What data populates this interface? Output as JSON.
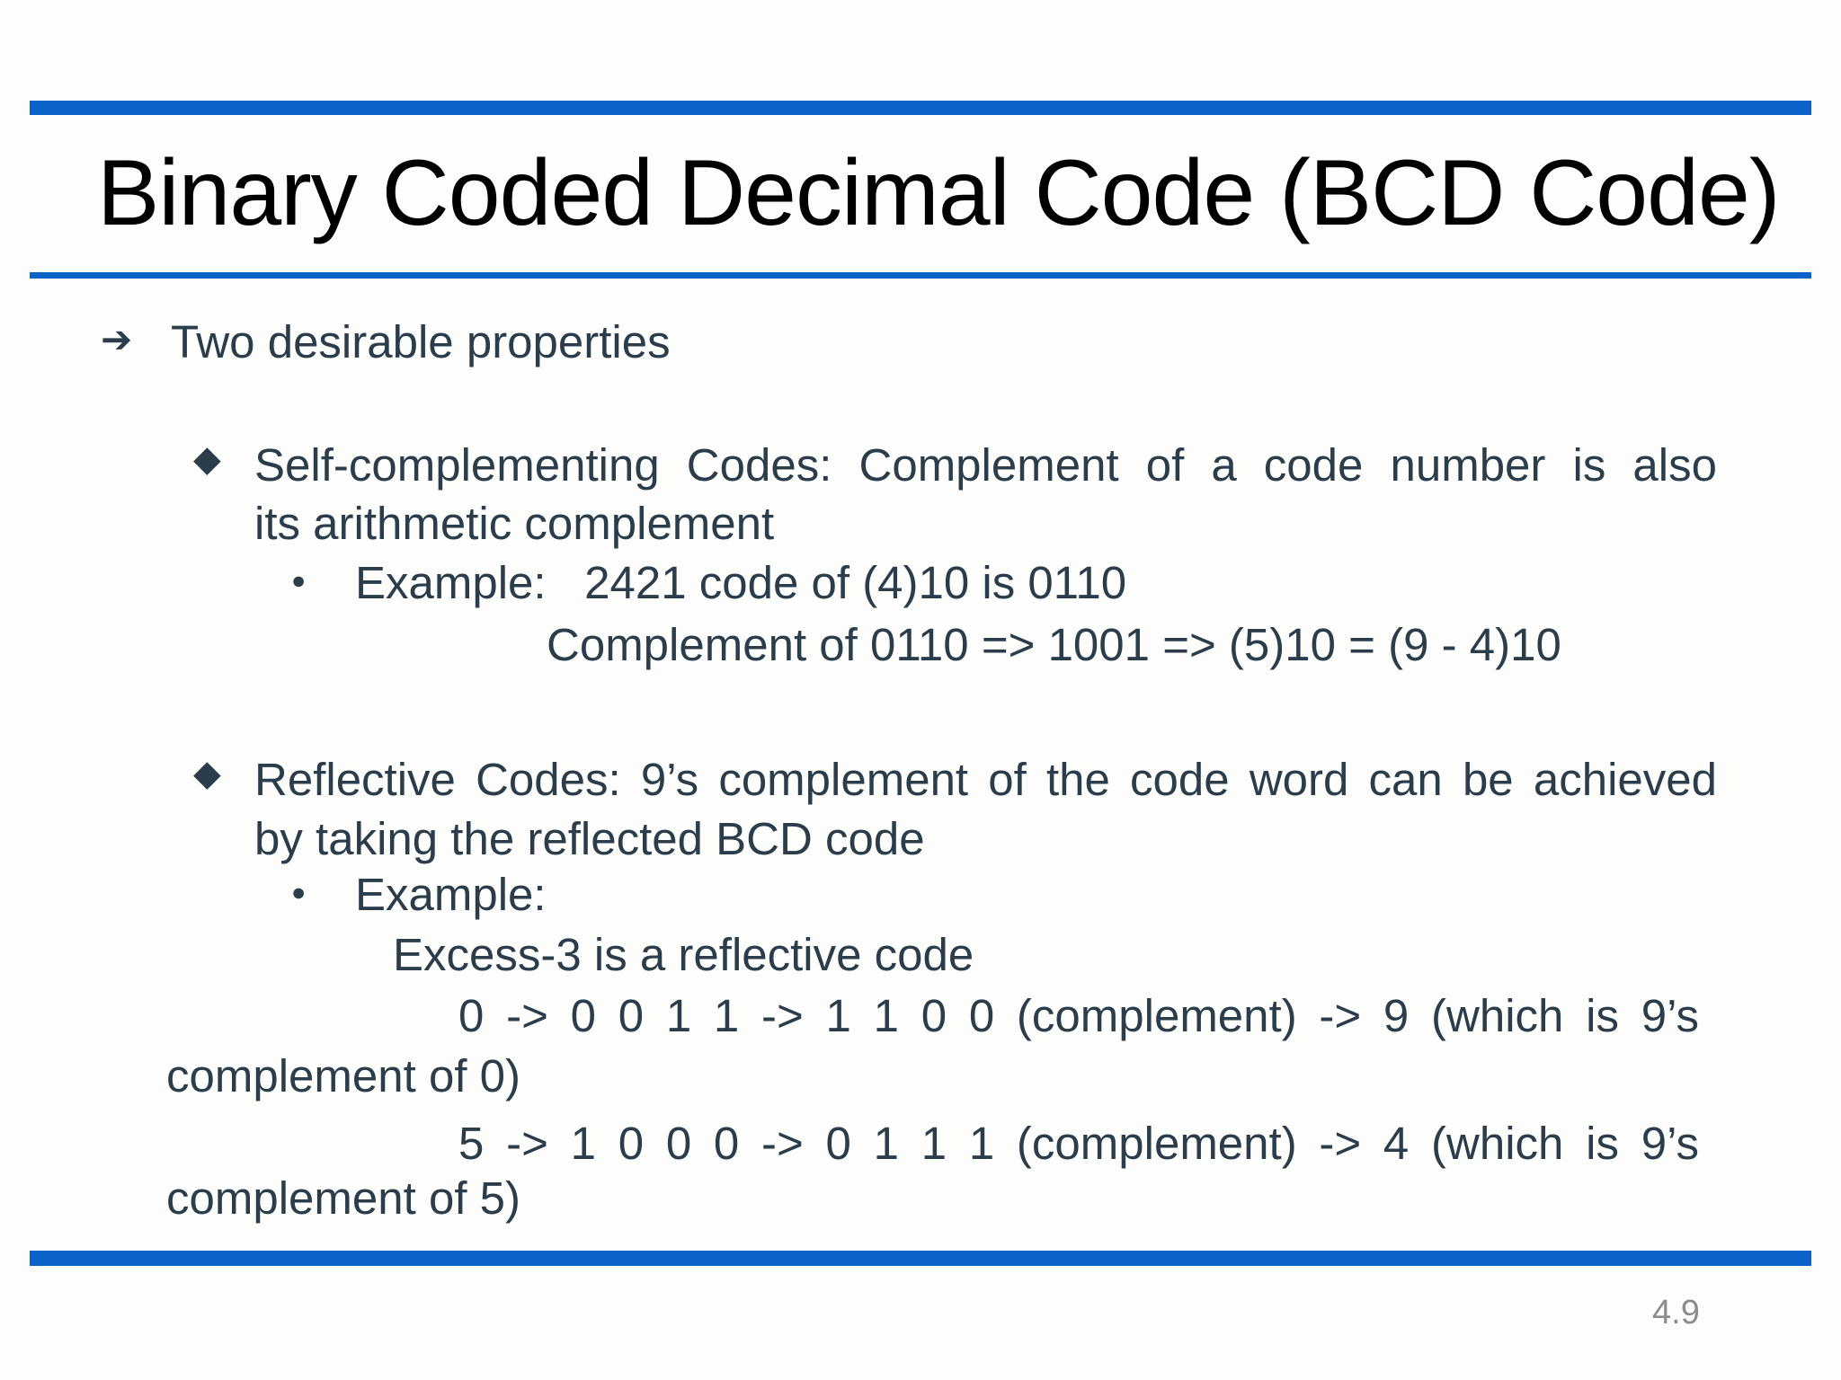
{
  "slide": {
    "title": "Binary Coded Decimal Code (BCD Code)",
    "page_number": "4.9",
    "colors": {
      "accent_blue": "#0b62c9",
      "title_text": "#000000",
      "body_text": "#2b3d4b",
      "page_number_gray": "#8c8c8c",
      "background": "#fdfdfc"
    },
    "icons": {
      "arrow_bullet": "➔",
      "diamond_bullet": "◆",
      "dot_bullet": "●"
    },
    "content": {
      "heading": "Two desirable properties",
      "self_complementing": {
        "line1": "Self-complementing Codes: Complement of a code number is also",
        "line2": "its arithmetic complement",
        "example": "Example:   2421 code of (4)10 is 0110",
        "complement": "Complement of 0110 => 1001 => (5)10 = (9 - 4)10"
      },
      "reflective": {
        "line1": "Reflective Codes: 9’s complement of the code word can be achieved",
        "line2": "by taking the reflected BCD code",
        "example": "Example:",
        "excess": "Excess-3 is a reflective code",
        "case0_line1": "0 -> 0 0 1 1 -> 1 1 0 0 (complement) -> 9  (which is 9’s",
        "case0_line2": "complement of 0)",
        "case5_line1": "5 -> 1 0 0 0 -> 0 1 1 1 (complement) -> 4  (which is 9’s",
        "case5_line2": "complement of 5)"
      }
    }
  }
}
